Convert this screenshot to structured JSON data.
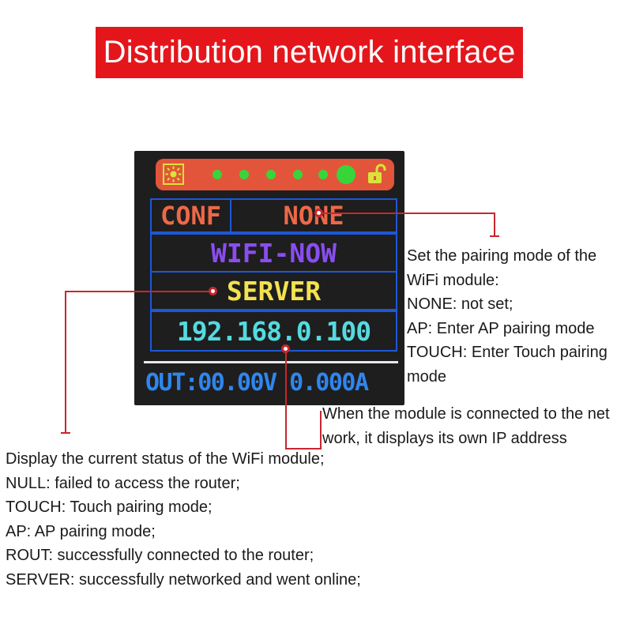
{
  "banner": {
    "title": "Distribution network interface"
  },
  "lcd": {
    "conf_label": "CONF",
    "pairing_mode": "NONE",
    "app_name": "WIFI-NOW",
    "wifi_status": "SERVER",
    "ip_address": "192.168.0.100",
    "output_readout": "OUT:00.00V 0.000A",
    "indicator_color": "#37d53a",
    "border_color": "#1e57d8"
  },
  "annotations": {
    "pairing_mode": [
      "Set the pairing mode of the",
      "WiFi module:",
      "NONE: not set;",
      "AP: Enter AP pairing mode",
      "TOUCH: Enter Touch pairing",
      "mode"
    ],
    "ip_address": [
      "When the module is connected to the net",
      "work, it displays its own IP address"
    ],
    "wifi_status": [
      "Display the current status of the WiFi module;",
      "NULL: failed to access the router;",
      "TOUCH: Touch pairing mode;",
      "AP: AP pairing mode;",
      "ROUT: successfully connected to the router;",
      "SERVER: successfully networked and went online;"
    ]
  },
  "colors": {
    "banner": "#e4161c",
    "callout": "#c8272d"
  }
}
